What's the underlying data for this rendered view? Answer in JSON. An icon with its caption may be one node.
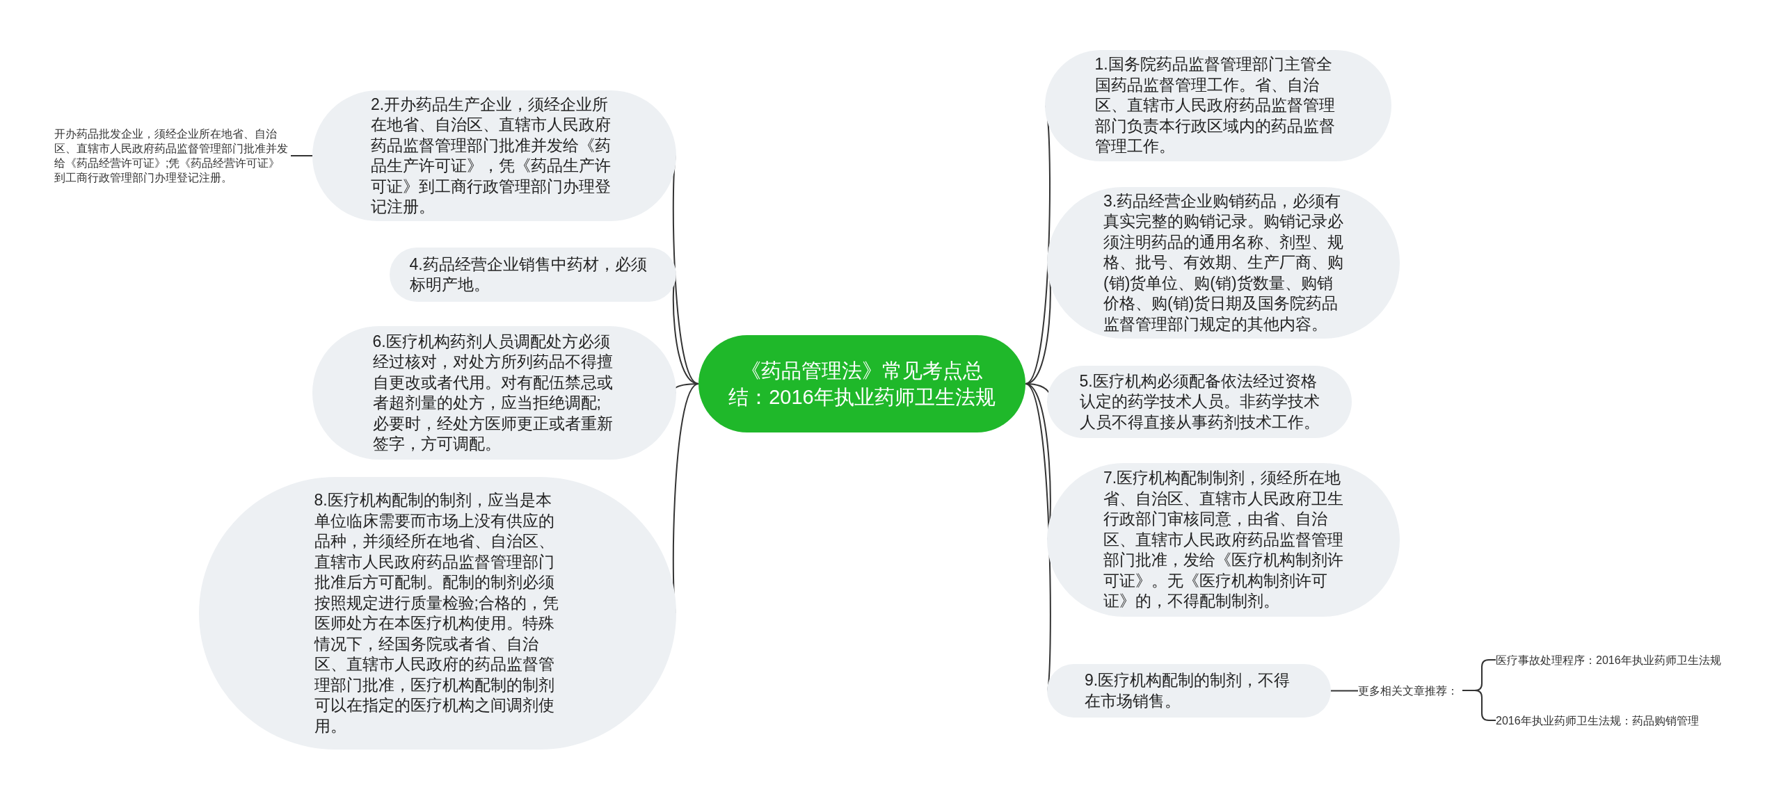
{
  "diagram": {
    "nodes": [
      {
        "text": [
          "《药品管理法》常见考点总结：2016年执业药师卫生法规"
        ]
      },
      {
        "text": [
          "1.国务院药品监督管理部门主管全国药品监督管理工作。省、自治区、直辖市人民政府药品监督管理部门负责本行政区域内的药品监督管理工作。"
        ]
      },
      {
        "text": [
          "2.开办药品生产企业，须经企业所在地省、自治区、直辖市人民政府药品监督管理部门批准并发给《药品生产许可证》，凭《药品生产许可证》到工商行政管理部门办理登记注册。"
        ]
      },
      {
        "text": [
          "3.药品经营企业购销药品，必须有真实完整的购销记录。购销记录必须注明药品的通用名称、剂型、规格、批号、有效期、生产厂商、购(销)货单位、购(销)货数量、购销价格、购(销)货日期及国务院药品监督管理部门规定的其他内容。"
        ]
      },
      {
        "text": [
          "4.药品经营企业销售中药材，必须标明产地。"
        ]
      },
      {
        "text": [
          "5.医疗机构必须配备依法经过资格认定的药学技术人员。非药学技术人员不得直接从事药剂技术工作。"
        ]
      },
      {
        "text": [
          "6.医疗机构药剂人员调配处方必须经过核对，对处方所列药品不得擅自更改或者代用。对有配伍禁忌或者超剂量的处方，应当拒绝调配;必要时，经处方医师更正或者重新签字，方可调配。"
        ]
      },
      {
        "text": [
          "7.医疗机构配制制剂，须经所在地省、自治区、直辖市人民政府卫生行政部门审核同意，由省、自治区、直辖市人民政府药品监督管理部门批准，发给《医疗机构制剂许可证》。无《医疗机构制剂许可证》的，不得配制制剂。"
        ]
      },
      {
        "text": [
          "8.医疗机构配制的制剂，应当是本单位临床需要而市场上没有供应的品种，并须经所在地省、自治区、直辖市人民政府药品监督管理部门批准后方可配制。配制的制剂必须按照规定进行质量检验;合格的，凭医师处方在本医疗机构使用。特殊情况下，经国务院或者省、自治区、直辖市人民政府的药品监督管理部门批准，医疗机构配制的制剂可以在指定的医疗机构之间调剂使用。"
        ]
      },
      {
        "text": [
          "9.医疗机构配制的制剂，不得在市场销售。"
        ]
      },
      {
        "text": [
          "开办药品批发企业，须经企业所在地省、自治区、直辖市人民政府药品监督管理部门批准并发给《药品经营许可证》;凭《药品经营许可证》到工商行政管理部门办理登记注册。"
        ]
      },
      {
        "text": [
          "更多相关文章推荐："
        ]
      },
      {
        "text": [
          "医疗事故处理程序：2016年执业药师卫生法规"
        ]
      },
      {
        "text": [
          "2016年执业药师卫生法规：药品购销管理"
        ]
      }
    ],
    "edges": [
      {
        "from": 0,
        "to": 1,
        "arrow": "none"
      },
      {
        "from": 0,
        "to": 2,
        "arrow": "none"
      },
      {
        "from": 0,
        "to": 3,
        "arrow": "none"
      },
      {
        "from": 0,
        "to": 4,
        "arrow": "none"
      },
      {
        "from": 0,
        "to": 5,
        "arrow": "none"
      },
      {
        "from": 0,
        "to": 6,
        "arrow": "none"
      },
      {
        "from": 0,
        "to": 7,
        "arrow": "none"
      },
      {
        "from": 0,
        "to": 8,
        "arrow": "none"
      },
      {
        "from": 0,
        "to": 9,
        "arrow": "none"
      },
      {
        "from": 2,
        "to": 10,
        "arrow": "none"
      },
      {
        "from": 9,
        "to": 11,
        "arrow": "none"
      },
      {
        "from": 11,
        "to": 12,
        "arrow": "none"
      },
      {
        "from": 11,
        "to": 13,
        "arrow": "none"
      }
    ]
  }
}
